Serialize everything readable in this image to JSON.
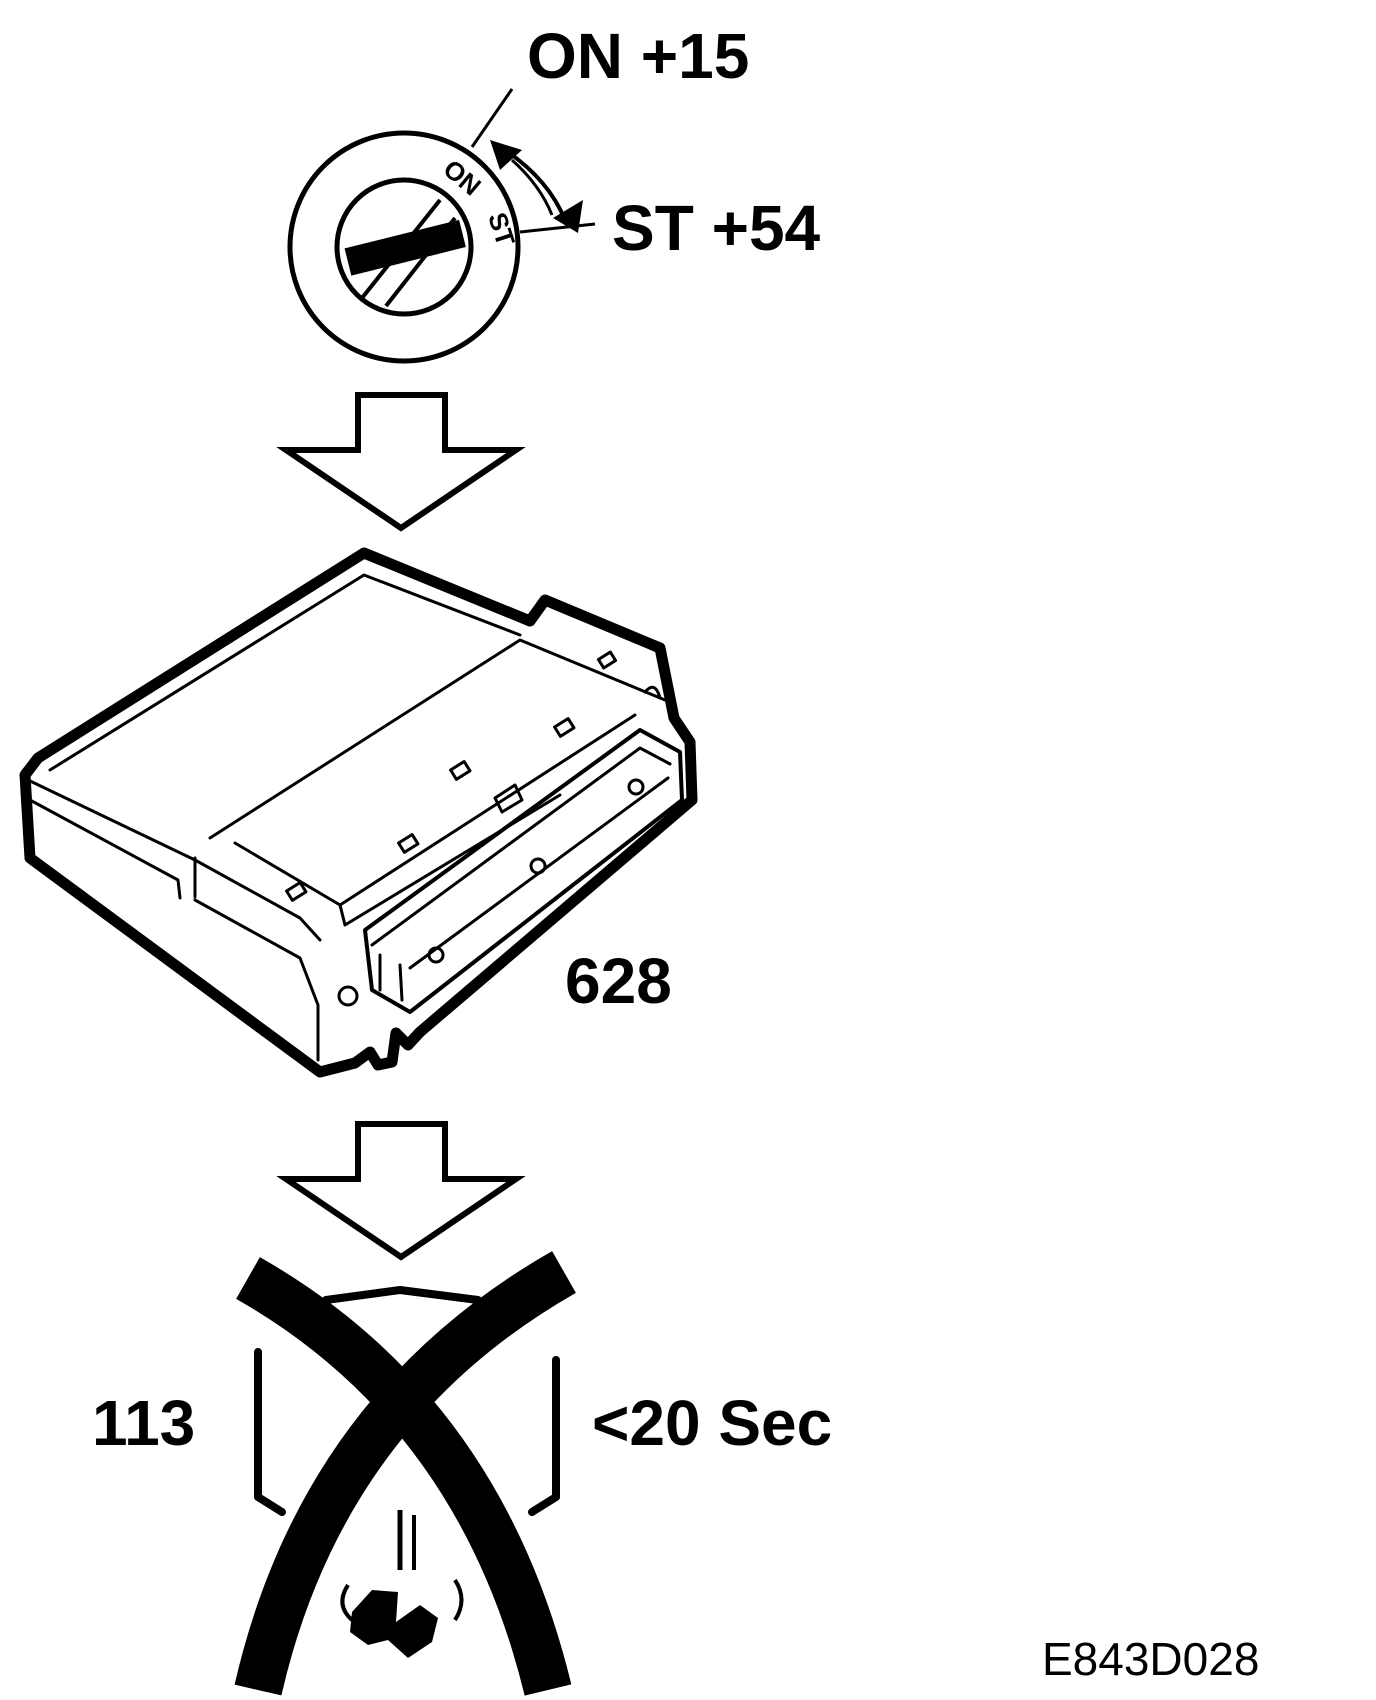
{
  "ignition": {
    "on_label": "ON +15",
    "start_label": "ST +54",
    "ring_on": "ON",
    "ring_st": "ST"
  },
  "module": {
    "label": "628"
  },
  "prohibited": {
    "left_label": "113",
    "right_label": "<20 Sec"
  },
  "figure_code": "E843D028",
  "colors": {
    "ink": "#000000",
    "paper": "#ffffff"
  }
}
